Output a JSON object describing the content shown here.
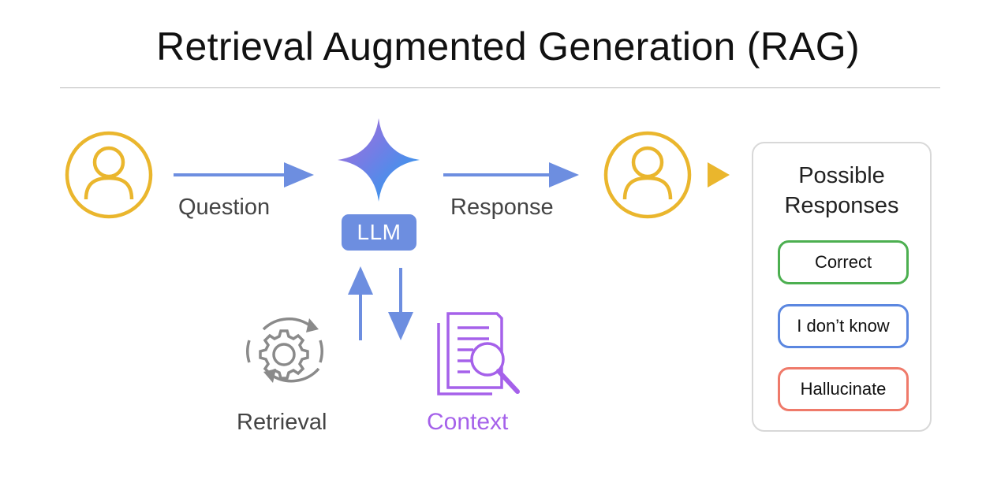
{
  "title": "Retrieval Augmented Generation (RAG)",
  "labels": {
    "question": "Question",
    "response": "Response",
    "llm": "LLM",
    "retrieval": "Retrieval",
    "context": "Context"
  },
  "possible_responses": {
    "title_line1": "Possible",
    "title_line2": "Responses",
    "items": [
      {
        "label": "Correct",
        "color": "#4caf50"
      },
      {
        "label": "I don’t know",
        "color": "#5b87e0"
      },
      {
        "label": "Hallucinate",
        "color": "#ef7a6a"
      }
    ]
  },
  "colors": {
    "user_icon": "#eab62d",
    "arrow": "#6d8ee0",
    "llm_badge": "#6d8ee0",
    "retrieval_icon": "#8a8a8a",
    "context": "#a561ea",
    "pointer": "#eab62d"
  },
  "icons": [
    "user-icon",
    "llm-star-icon",
    "gear-cycle-icon",
    "document-search-icon",
    "triangle-pointer-icon"
  ]
}
